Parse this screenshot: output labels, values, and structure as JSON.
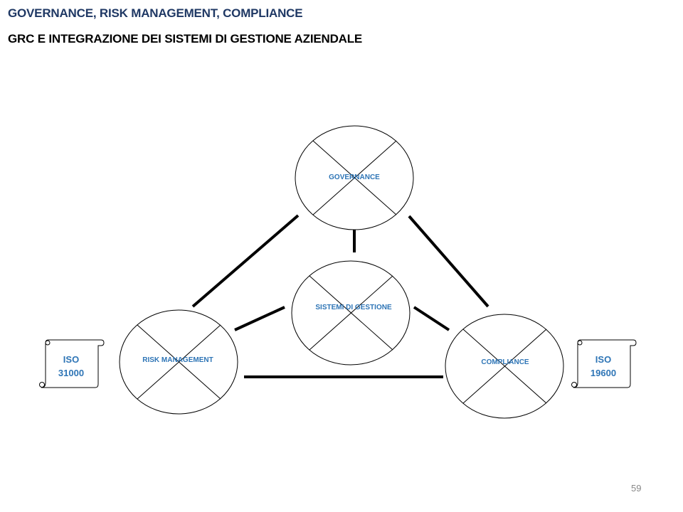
{
  "title": "GOVERNANCE,  RISK MANAGEMENT,  COMPLIANCE",
  "subtitle": "GRC E  INTEGRAZIONE DEI SISTEMI DI GESTIONE AZIENDALE",
  "nodes": {
    "governance": "GOVERNANCE",
    "sistemi": "SISTEMI  DI GESTIONE",
    "risk": "RISK  MANAGEMENT",
    "compliance": "COMPLIANCE"
  },
  "scrolls": {
    "left": {
      "line1": "ISO",
      "line2": "31000"
    },
    "right": {
      "line1": "ISO",
      "line2": "19600"
    }
  },
  "page_number": "59",
  "colors": {
    "title": "#1f3864",
    "label": "#2e75b6"
  }
}
